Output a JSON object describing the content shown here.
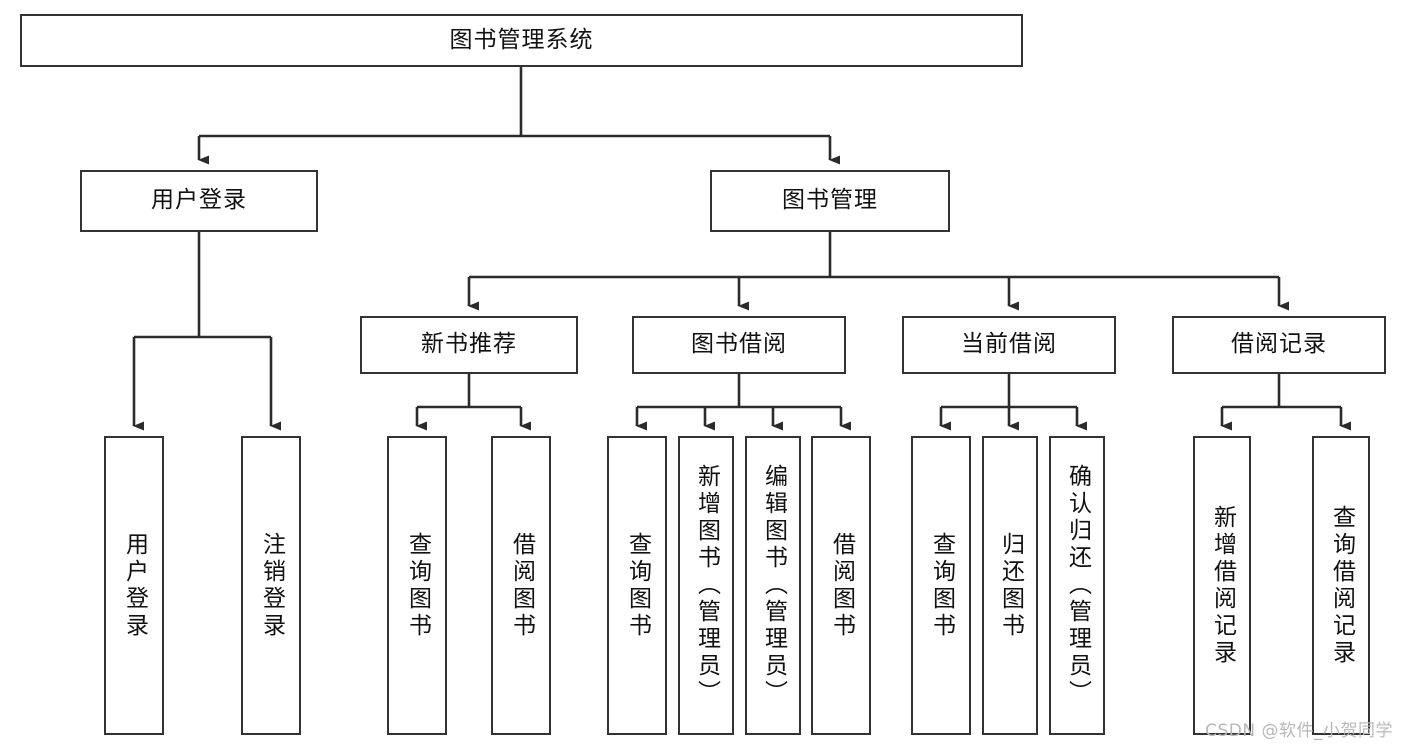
{
  "diagram": {
    "type": "tree",
    "title": "图书管理系统",
    "watermark": "CSDN @软件_小贺同学",
    "colors": {
      "box_border": "#333333",
      "box_fill": "#ffffff",
      "edge": "#2b2b2b",
      "text": "#111111",
      "watermark": "#b8b8b8"
    },
    "nodes": {
      "root": {
        "label": "图书管理系统"
      },
      "level2": [
        {
          "id": "user-login",
          "label": "用户登录"
        },
        {
          "id": "book-manage",
          "label": "图书管理"
        }
      ],
      "level3": [
        {
          "id": "new-book-recommend",
          "label": "新书推荐"
        },
        {
          "id": "book-borrow",
          "label": "图书借阅"
        },
        {
          "id": "current-borrow",
          "label": "当前借阅"
        },
        {
          "id": "borrow-record",
          "label": "借阅记录"
        }
      ],
      "leaves": {
        "user_login": [
          {
            "id": "leaf-user-login",
            "label": "用户登录"
          },
          {
            "id": "leaf-logout",
            "label": "注销登录"
          }
        ],
        "new_book_recommend": [
          {
            "id": "leaf-query-book-1",
            "label": "查询图书"
          },
          {
            "id": "leaf-borrow-book-1",
            "label": "借阅图书"
          }
        ],
        "book_borrow": [
          {
            "id": "leaf-query-book-2",
            "label": "查询图书"
          },
          {
            "id": "leaf-add-book",
            "label": "新增图书（管理员）"
          },
          {
            "id": "leaf-edit-book",
            "label": "编辑图书（管理员）"
          },
          {
            "id": "leaf-borrow-book-2",
            "label": "借阅图书"
          }
        ],
        "current_borrow": [
          {
            "id": "leaf-query-book-3",
            "label": "查询图书"
          },
          {
            "id": "leaf-return-book",
            "label": "归还图书"
          },
          {
            "id": "leaf-confirm-return",
            "label": "确认归还（管理员）"
          }
        ],
        "borrow_record": [
          {
            "id": "leaf-add-record",
            "label": "新增借阅记录"
          },
          {
            "id": "leaf-query-record",
            "label": "查询借阅记录"
          }
        ]
      }
    }
  }
}
